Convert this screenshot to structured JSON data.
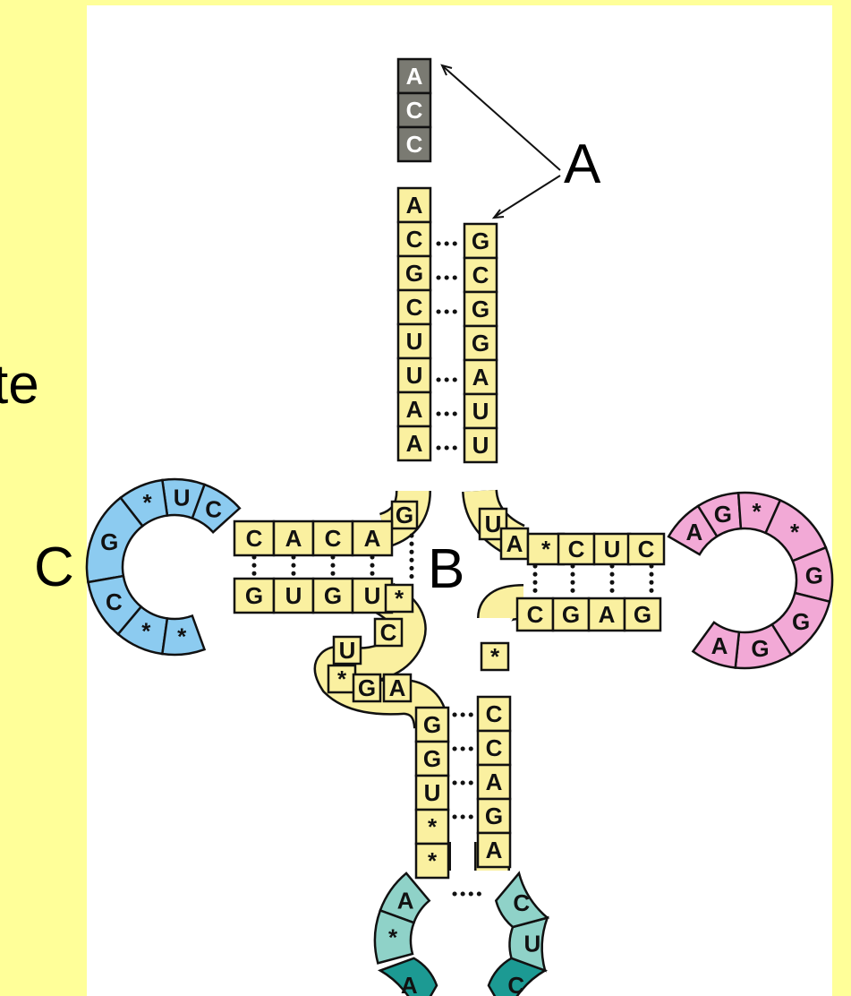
{
  "page_text": {
    "partial_word": "te"
  },
  "labels": {
    "A": "A",
    "B": "B",
    "C": "C"
  },
  "colors": {
    "background": "#FFFF99",
    "panel": "#FFFFFF",
    "stem": "#FAF0A0",
    "accept_end": "#7A7A72",
    "d_loop": "#8CCBF0",
    "t_loop": "#F2A9D6",
    "anticodon_light": "#8FD2C8",
    "anticodon_dark": "#1C9A93"
  },
  "trna": {
    "acceptor_end": [
      "A",
      "C",
      "C"
    ],
    "acceptor_5": [
      "A",
      "C",
      "G",
      "C",
      "U",
      "U",
      "A",
      "A"
    ],
    "acceptor_3": [
      "G",
      "C",
      "G",
      "G",
      "A",
      "U",
      "U"
    ],
    "hinge_left": "G",
    "d_arm_top": [
      "A",
      "C",
      "A",
      "C"
    ],
    "d_loop": [
      "C",
      "U",
      "*",
      "G",
      "C",
      "*",
      "*"
    ],
    "d_arm_bottom": [
      "G",
      "U",
      "G",
      "U"
    ],
    "variable_left": [
      "*",
      "C",
      "U",
      "*",
      "G",
      "A"
    ],
    "anticodon_5": [
      "G",
      "G",
      "U",
      "*",
      "*"
    ],
    "anticodon_3": [
      "C",
      "C",
      "A",
      "G",
      "A"
    ],
    "anticodon_loop": [
      "A",
      "*",
      "A",
      "C",
      "U",
      "C"
    ],
    "variable_right": "*",
    "t_arm_top": [
      "U",
      "A",
      "*",
      "C",
      "U",
      "C"
    ],
    "t_loop": [
      "A",
      "G",
      "*",
      "*",
      "G",
      "G",
      "G",
      "A"
    ],
    "t_arm_bottom": [
      "C",
      "G",
      "A",
      "G"
    ]
  }
}
